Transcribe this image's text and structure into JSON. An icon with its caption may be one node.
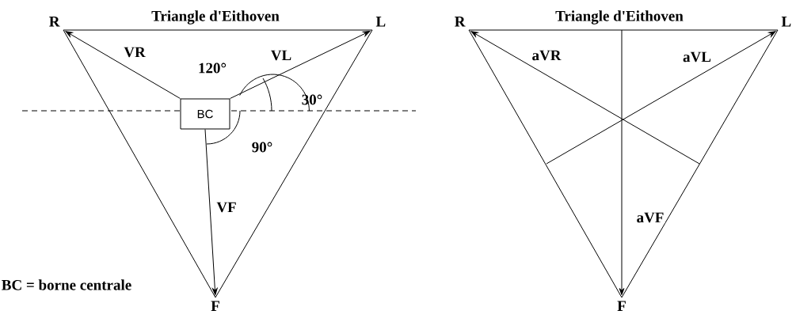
{
  "diagram": {
    "nodes": [
      {
        "text": [
          "R"
        ]
      },
      {
        "text": [
          "L"
        ]
      },
      {
        "text": [
          "F"
        ]
      },
      {
        "text": [
          "BC"
        ]
      },
      {
        "text": [
          "R"
        ]
      },
      {
        "text": [
          "L"
        ]
      },
      {
        "text": [
          "F"
        ]
      }
    ],
    "edges": [
      {
        "from": 0,
        "to": 1,
        "arrow": "none",
        "label": "Triangle d'Eithoven"
      },
      {
        "from": 1,
        "to": 2,
        "arrow": "none"
      },
      {
        "from": 2,
        "to": 0,
        "arrow": "none"
      },
      {
        "from": 3,
        "to": 0,
        "arrow": "to",
        "label": "VR"
      },
      {
        "from": 3,
        "to": 1,
        "arrow": "to",
        "label": "VL"
      },
      {
        "from": 3,
        "to": 2,
        "arrow": "to",
        "label": "VF"
      },
      {
        "from": 4,
        "to": 5,
        "arrow": "none",
        "label": "Triangle d'Eithoven"
      },
      {
        "from": 5,
        "to": 6,
        "arrow": "none"
      },
      {
        "from": 6,
        "to": 4,
        "arrow": "none"
      },
      {
        "from": null,
        "to": 4,
        "arrow": "to",
        "label": "aVR"
      },
      {
        "from": null,
        "to": 5,
        "arrow": "to",
        "label": "aVL"
      },
      {
        "from": null,
        "to": 6,
        "arrow": "to",
        "label": "aVF"
      }
    ],
    "labels": [
      "120°",
      "30°",
      "90°",
      "BC = borne centrale"
    ]
  }
}
